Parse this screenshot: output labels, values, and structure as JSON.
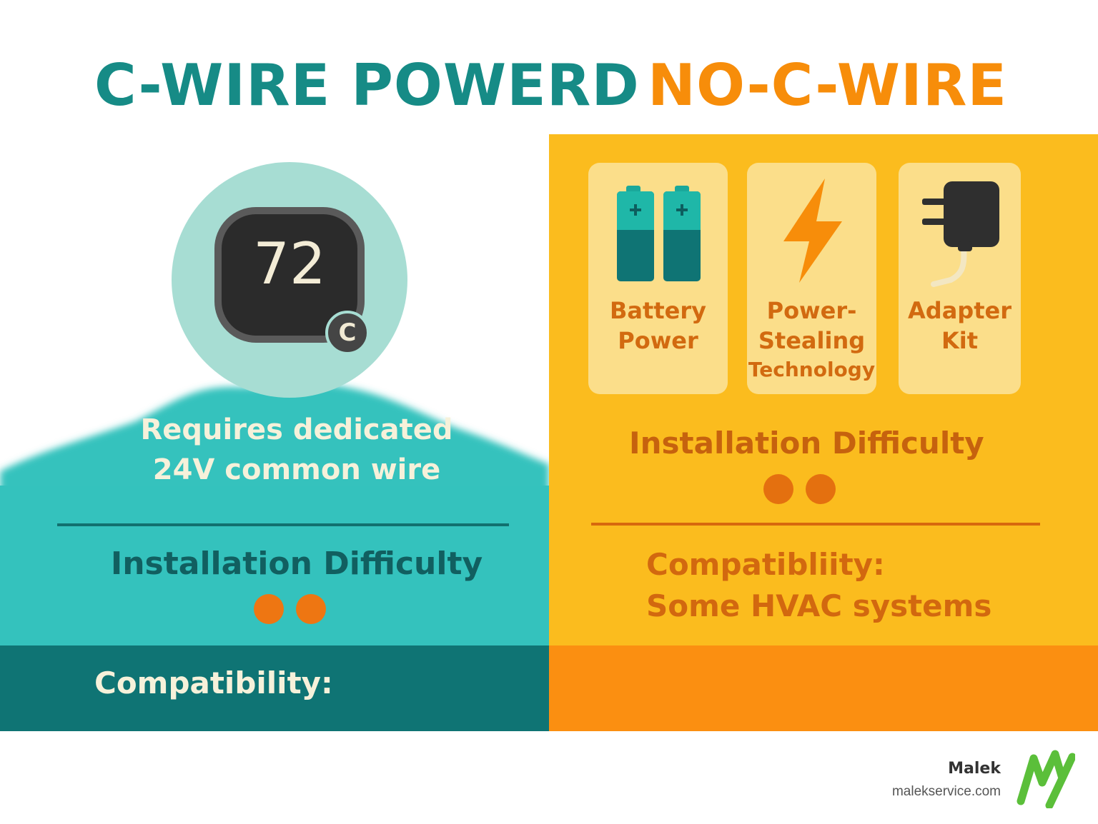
{
  "left": {
    "title": "C-WIRE POWERD",
    "thermostat_temp": "72",
    "c_badge": "C",
    "requirement_line1": "Requires dedicated",
    "requirement_line2": "24V common wire",
    "installation_difficulty": "Installation Difficulty",
    "difficulty_dots": 2,
    "compatibility": "Compatibility:"
  },
  "right": {
    "title": "NO-C-WIRE",
    "cards": [
      {
        "line1": "Battery",
        "line2": "Power",
        "icon": "battery-icon"
      },
      {
        "line1": "Power-",
        "line2": "Stealing",
        "line3": "Technology",
        "icon": "lightning-icon"
      },
      {
        "line1": "Adapter",
        "line2": "Kit",
        "icon": "power-adapter-icon"
      }
    ],
    "installation_difficulty": "Installation Difficulty",
    "difficulty_dots": 2,
    "compatibility_line1": "Compatibliity:",
    "compatibility_line2": "Some HVAC systems"
  },
  "footer": {
    "brand": "Malek",
    "url": "malekservice.com",
    "logo_icon": "malek-m-logo"
  },
  "colors": {
    "teal": "#168b86",
    "teal_dark": "#0f7474",
    "orange": "#f78d0a",
    "yellow": "#fbbc1e",
    "logo_green": "#5bbf3a"
  }
}
